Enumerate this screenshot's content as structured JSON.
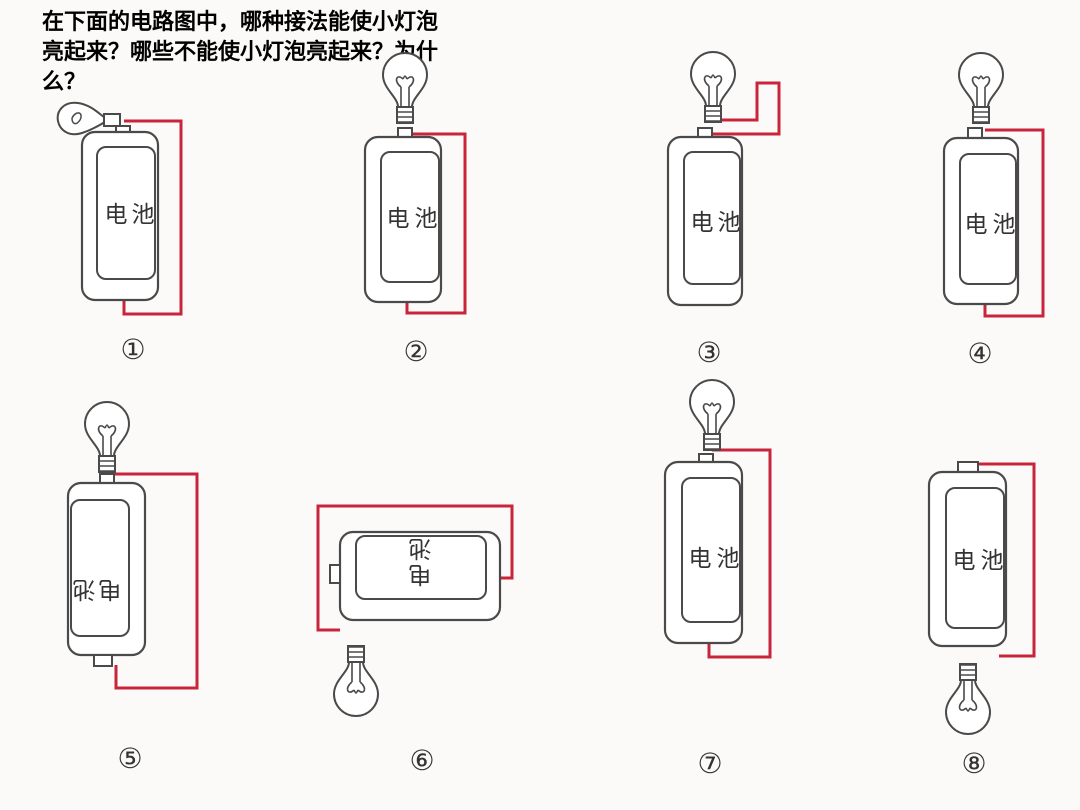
{
  "question": {
    "line1": "在下面的电路图中，哪种接法能使小灯泡",
    "line2": "亮起来？哪些不能使小灯泡亮起来？为什",
    "line3": "么？"
  },
  "battery_label": "电池",
  "battery_char_1": "电",
  "battery_char_2": "池",
  "circuits": [
    {
      "number": "①"
    },
    {
      "number": "②"
    },
    {
      "number": "③"
    },
    {
      "number": "④"
    },
    {
      "number": "⑤"
    },
    {
      "number": "⑥"
    },
    {
      "number": "⑦"
    },
    {
      "number": "⑧"
    }
  ],
  "colors": {
    "wire": "#c8243a",
    "outline": "#4a4a4a",
    "background": "#fcfaf8"
  }
}
